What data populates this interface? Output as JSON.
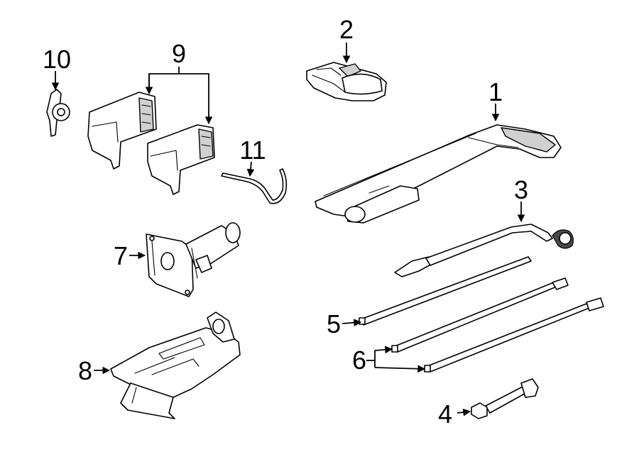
{
  "callouts": {
    "c1": "1",
    "c2": "2",
    "c3": "3",
    "c4": "4",
    "c5": "5",
    "c6": "6",
    "c7": "7",
    "c8": "8",
    "c9": "9",
    "c10": "10",
    "c11": "11"
  },
  "colors": {
    "line": "#000000",
    "background": "#ffffff",
    "shade": "#d0d0d0"
  }
}
